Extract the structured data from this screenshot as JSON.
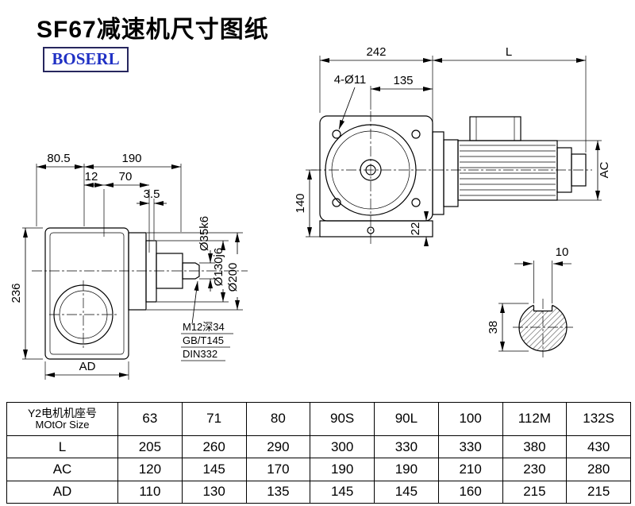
{
  "page": {
    "title": "SF67减速机尺寸图纸",
    "logo_text": "BOSERL"
  },
  "front_view": {
    "dim_242": "242",
    "dim_L": "L",
    "holes": "4-Ø11",
    "dim_135": "135",
    "dim_140": "140",
    "dim_22": "22",
    "dim_AC": "AC"
  },
  "side_view": {
    "dim_80_5": "80.5",
    "dim_190": "190",
    "dim_12": "12",
    "dim_70": "70",
    "dim_3_5": "3.5",
    "dim_236": "236",
    "dim_AD": "AD",
    "dia_shaft": "Ø35k6",
    "dia_spigot": "Ø130j6",
    "dia_flange": "Ø200",
    "note_line1": "M12深34",
    "note_line2": "GB/T145",
    "note_line3": "DIN332"
  },
  "shaft_end_view": {
    "dim_10": "10",
    "dim_38": "38"
  },
  "table": {
    "header_cn": "Y2电机机座号",
    "header_en": "MOtOr Size",
    "frame_sizes": [
      "63",
      "71",
      "80",
      "90S",
      "90L",
      "100",
      "112M",
      "132S"
    ],
    "rows": [
      {
        "label": "L",
        "values": [
          "205",
          "260",
          "290",
          "300",
          "330",
          "330",
          "380",
          "430"
        ]
      },
      {
        "label": "AC",
        "values": [
          "120",
          "145",
          "170",
          "190",
          "190",
          "210",
          "230",
          "280"
        ]
      },
      {
        "label": "AD",
        "values": [
          "110",
          "130",
          "135",
          "145",
          "145",
          "160",
          "215",
          "215"
        ]
      }
    ]
  }
}
